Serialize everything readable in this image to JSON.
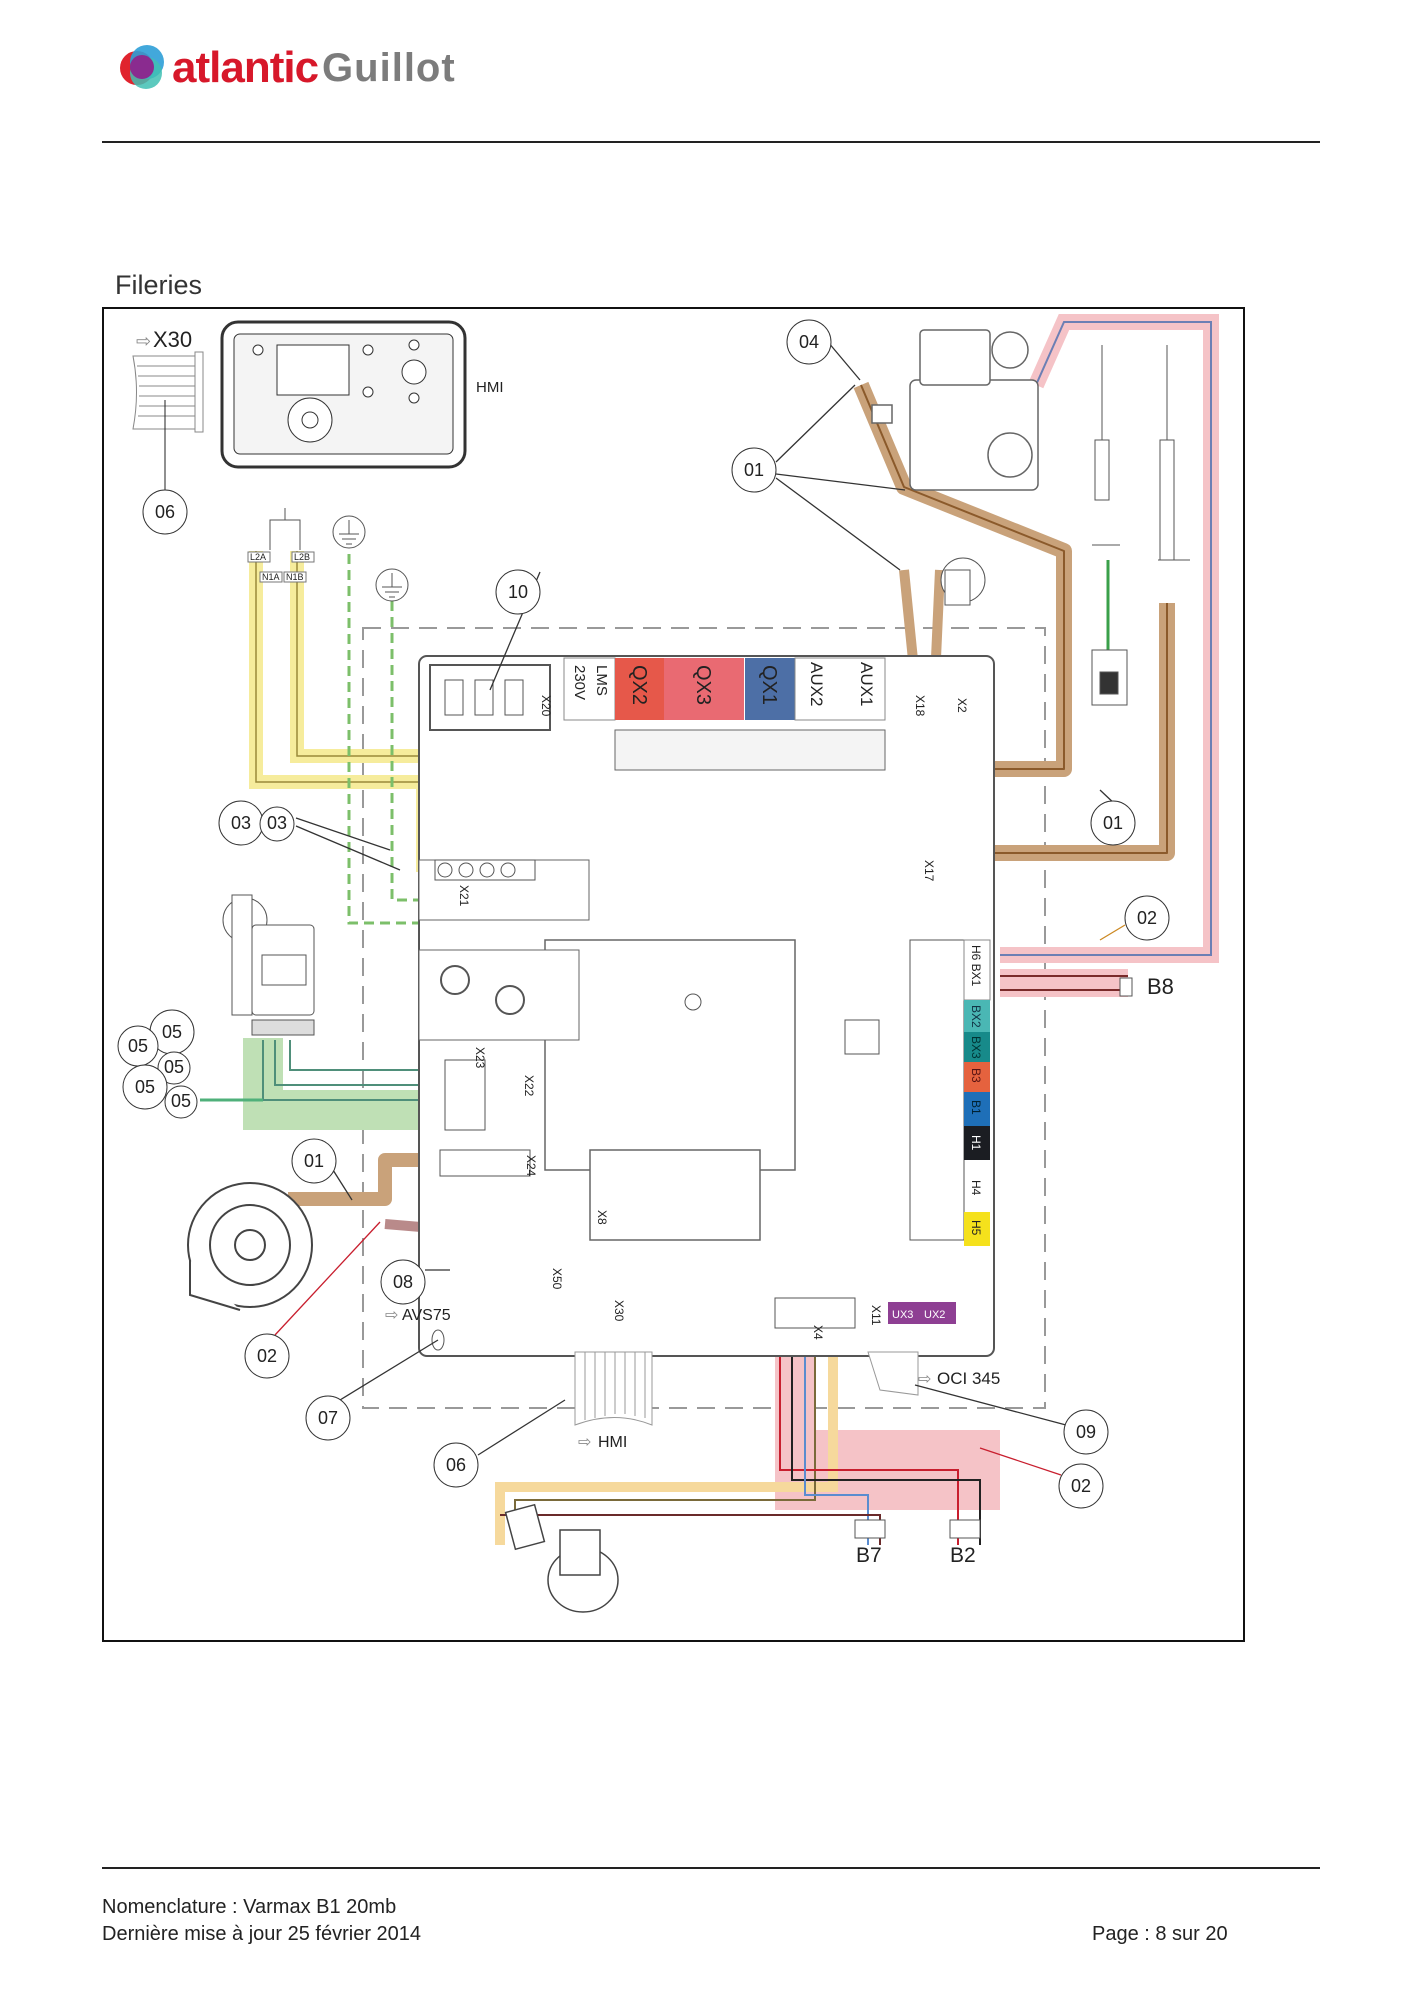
{
  "header": {
    "brand_primary": "atlantic",
    "brand_secondary": "Guillot"
  },
  "section_title": "Fileries",
  "colors": {
    "brand_red": "#d7182a",
    "brand_grey": "#7c7c7c",
    "wire_brown": "#c9a27a",
    "wire_pink": "#f5c3c7",
    "wire_yellow": "#f6ec9c",
    "wire_green": "#bfe0b5"
  },
  "callouts": [
    "04",
    "01",
    "06",
    "10",
    "03",
    "03",
    "01",
    "02",
    "05",
    "05",
    "05",
    "05",
    "05",
    "01",
    "08",
    "02",
    "07",
    "06",
    "09",
    "02"
  ],
  "labels": {
    "x30": "X30",
    "hmi_top": "HMI",
    "b8": "B8",
    "avs75": "AVS75",
    "hmi_bottom": "HMI",
    "oci345": "OCI 345",
    "b7": "B7",
    "b2": "B2"
  },
  "board": {
    "top_strip": [
      "230V",
      "LMS",
      "QX2",
      "QX3",
      "QX1",
      "AUX2",
      "AUX1"
    ],
    "connectors": [
      "X20",
      "X18",
      "X2",
      "X21",
      "X17",
      "X23",
      "X22",
      "X24",
      "X8",
      "X50",
      "X30",
      "X4",
      "X11"
    ],
    "right_strip": [
      "H6 BX1",
      "BX2",
      "BX3",
      "B3",
      "B1",
      "H1",
      "H4",
      "H5"
    ],
    "bottom_strip": [
      "UX3",
      "UX2"
    ],
    "terminals": [
      "L2A",
      "L2B",
      "N1A",
      "N1B"
    ]
  },
  "footer": {
    "nomenclature": "Nomenclature : Varmax B1 20mb",
    "updated": "Dernière mise à jour 25 février 2014",
    "page": "Page : 8 sur 20"
  }
}
